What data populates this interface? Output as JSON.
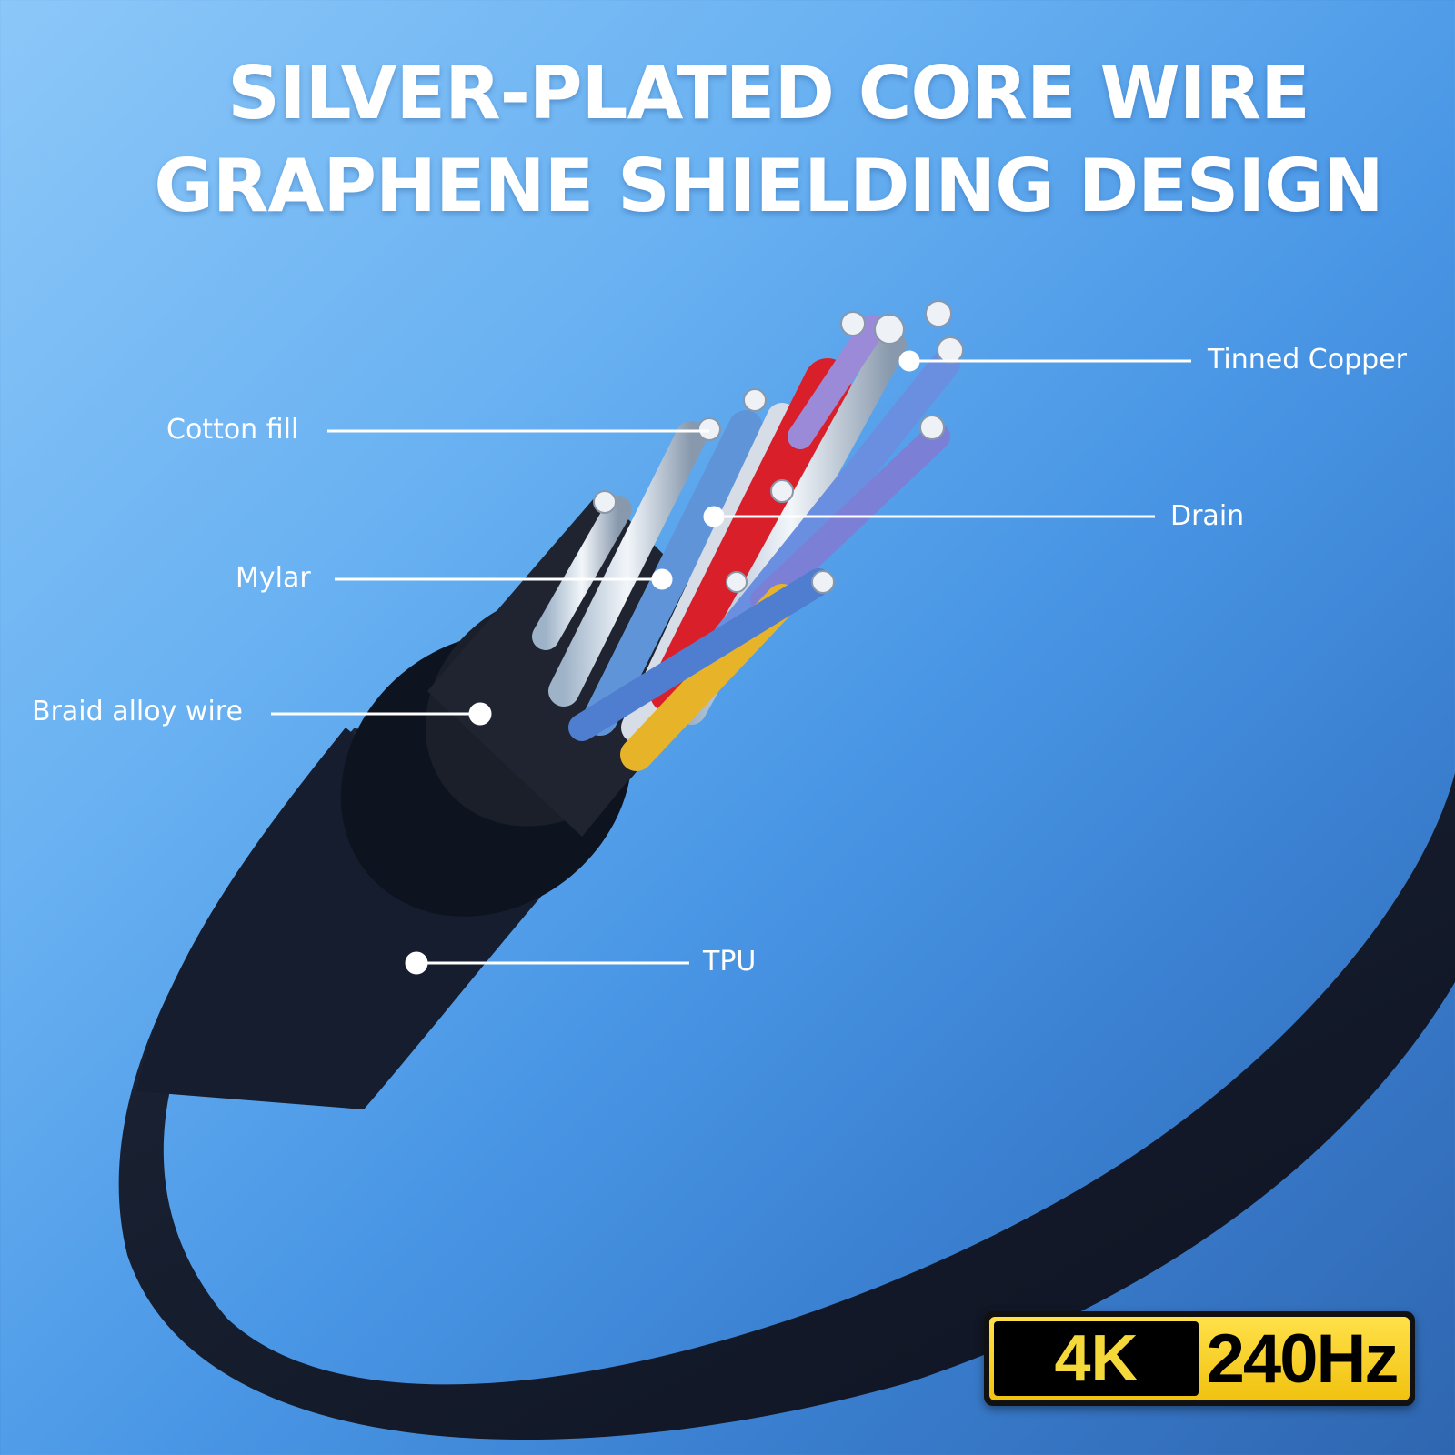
{
  "headline": {
    "line1": "SILVER-PLATED CORE WIRE",
    "line2": "GRAPHENE SHIELDING DESIGN"
  },
  "callouts": [
    {
      "label": "Tinned Copper"
    },
    {
      "label": "Cotton fill"
    },
    {
      "label": "Drain"
    },
    {
      "label": "Mylar"
    },
    {
      "label": "Braid alloy wire"
    },
    {
      "label": "TPU"
    }
  ],
  "badge": {
    "resolution": "4K",
    "refresh_rate": "240Hz"
  },
  "colors": {
    "background_light": "#8cc7f8",
    "background_dark": "#2f66b0",
    "cable_jacket": "#141b2b",
    "badge_yellow": "#f5d22a",
    "badge_black": "#000000"
  }
}
